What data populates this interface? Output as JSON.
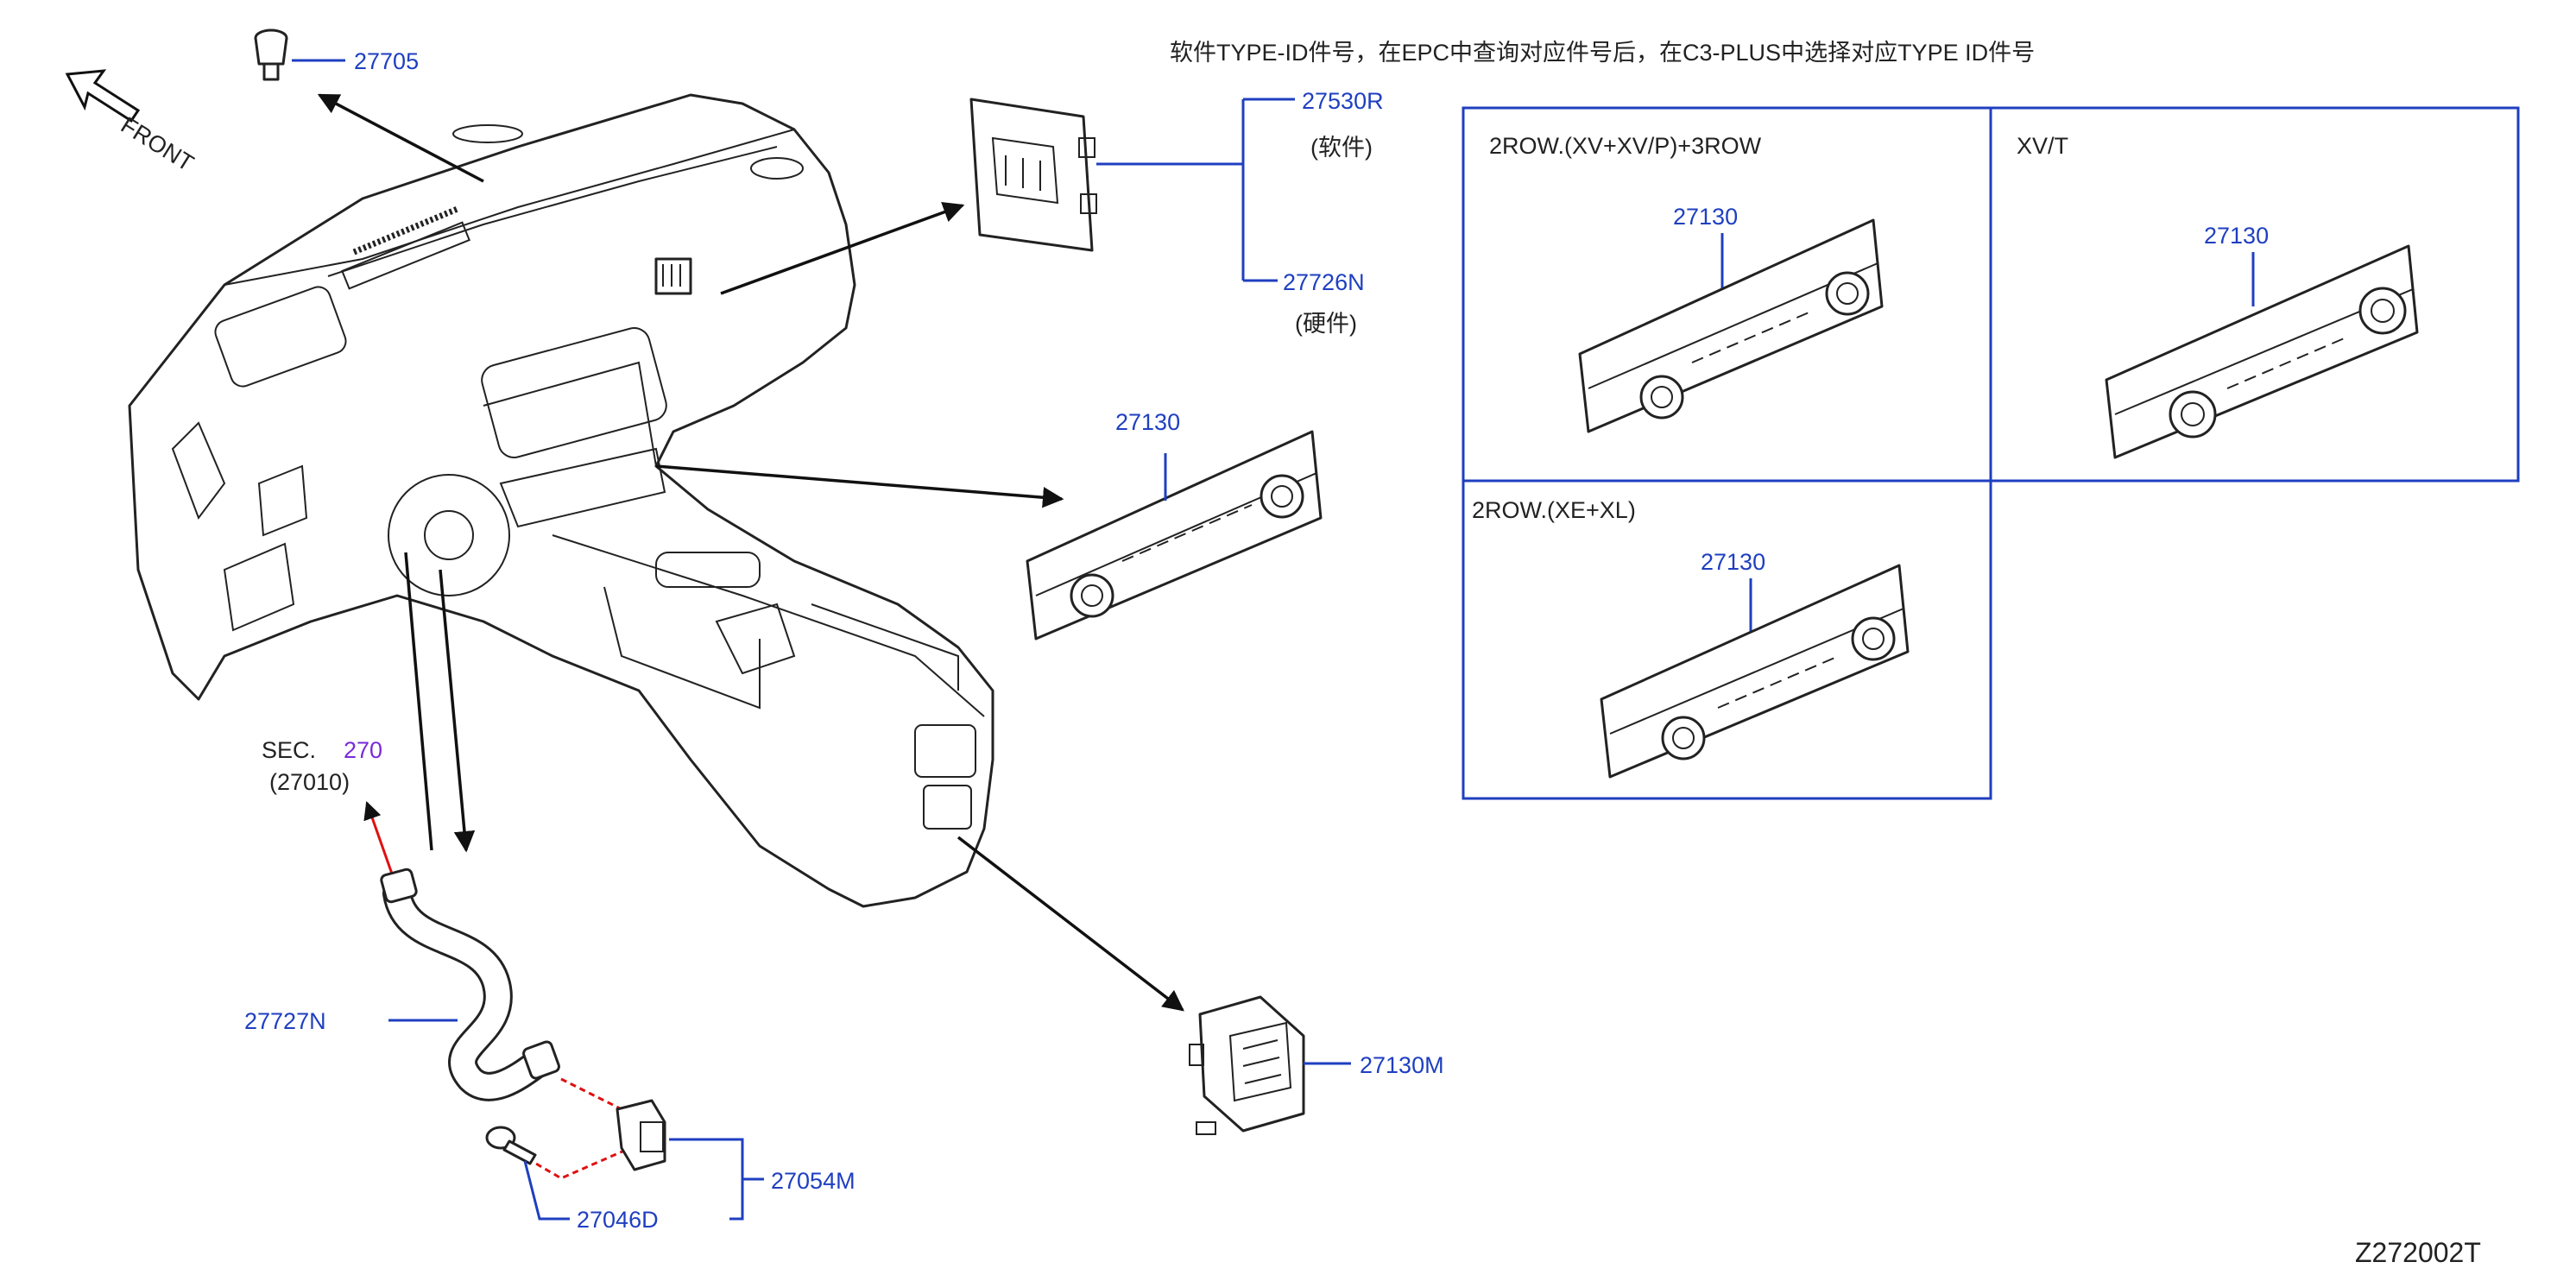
{
  "header_note": "软件TYPE-ID件号，在EPC中查询对应件号后，在C3-PLUS中选择对应TYPE   ID件号",
  "orientation": {
    "label": "FRONT"
  },
  "section_ref": {
    "prefix": "SEC.",
    "number": "270",
    "part": "(27010)"
  },
  "parts": {
    "p27705": "27705",
    "p27530R": "27530R",
    "p27530R_note": "(软件)",
    "p27726N": "27726N",
    "p27726N_note": "(硬件)",
    "p27130_main": "27130",
    "p27727N": "27727N",
    "p27046D": "27046D",
    "p27054M": "27054M",
    "p27130M": "27130M"
  },
  "variants": [
    {
      "title": "2ROW.(XV+XV/P)+3ROW",
      "part": "27130"
    },
    {
      "title": "XV/T",
      "part": "27130"
    },
    {
      "title": "2ROW.(XE+XL)",
      "part": "27130"
    }
  ],
  "diagram_id": "Z272002T"
}
